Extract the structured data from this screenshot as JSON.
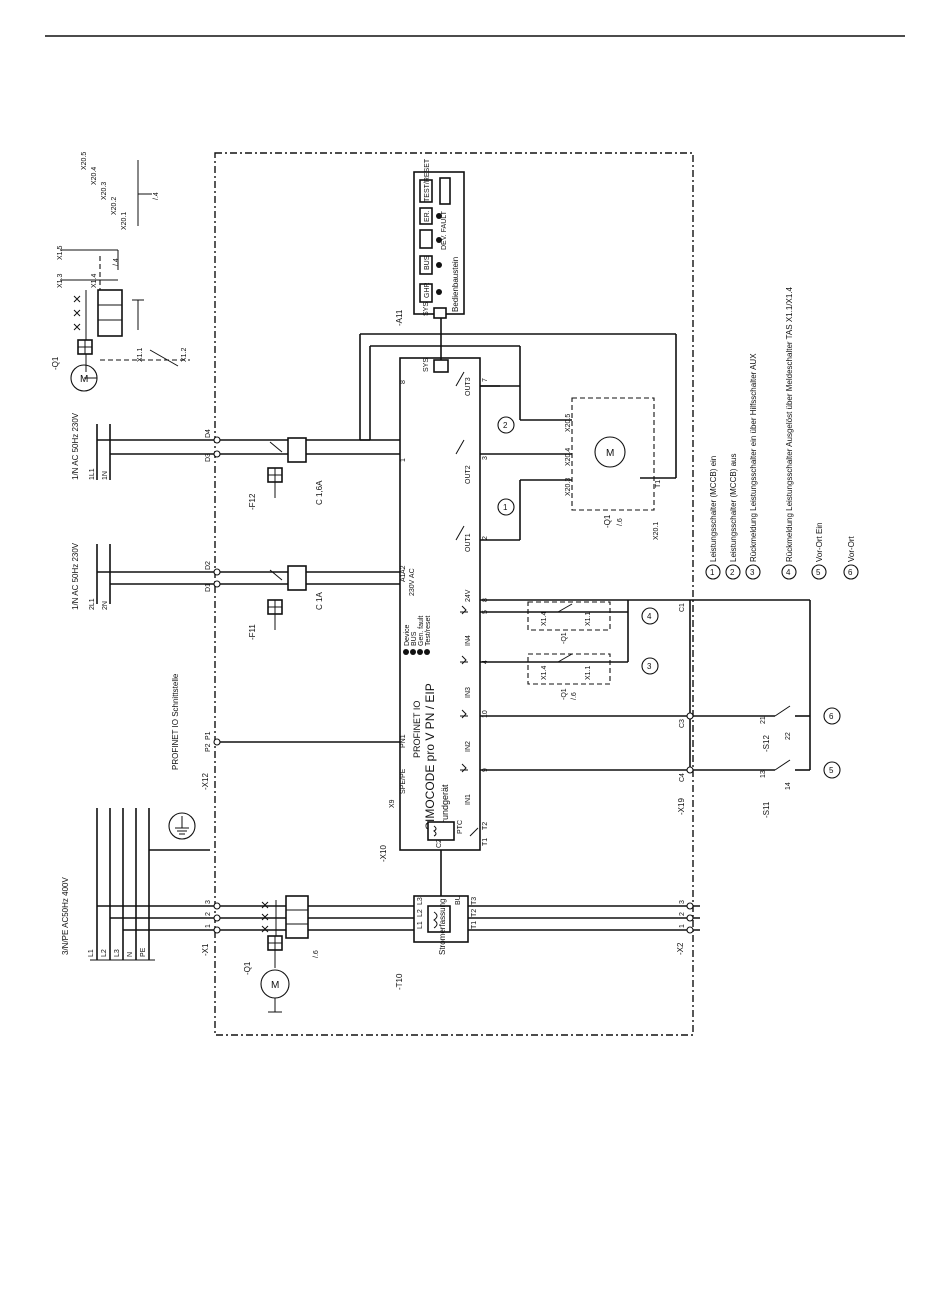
{
  "supplies": {
    "main": "3/N/PE AC50Hz 400V",
    "main_conductors": [
      "L1",
      "L2",
      "L3",
      "N",
      "PE"
    ],
    "ctrl1": "1/N AC 50Hz 230V",
    "ctrl1_conductors": [
      "1L1",
      "1N"
    ],
    "ctrl2": "1/N AC 50Hz 230V",
    "ctrl2_conductors": [
      "2L1",
      "2N"
    ]
  },
  "terminals": {
    "x1": "-X1",
    "x1_pins": [
      "1",
      "2",
      "3"
    ],
    "x2": "-X2",
    "x2_pins": [
      "1",
      "2",
      "3"
    ],
    "x12": "-X12",
    "x12_pins": [
      "P2",
      "P1"
    ],
    "x12_note": "PROFINET IO Schnittstelle",
    "x10": "-X10",
    "x19": "-X19",
    "c_pins": [
      "C1",
      "C2",
      "C3",
      "C4",
      "D1",
      "D2",
      "D3",
      "D4"
    ]
  },
  "components": {
    "q1_main": "-Q1",
    "q1_ref": "/.6",
    "t10": "-T10",
    "t10_label": "Stromerfassung",
    "t10_pins": [
      "L1",
      "L2",
      "L3",
      "T1",
      "T2",
      "T3"
    ],
    "t10_bu": "BU",
    "f11": "-F11",
    "f11_rating": "C 1A",
    "f12": "-F12",
    "f12_rating": "C 1,6A",
    "a11": "-A11",
    "a11_label": "Bedienbaustein",
    "a11_sys": "SYS",
    "a11_leds": [
      "GHR",
      "BUS",
      "DEV. FAULT",
      "ER.",
      "TEST/RESET"
    ],
    "s11": "-S11",
    "s12": "-S12",
    "s_pins": [
      "13",
      "14",
      "21",
      "22"
    ],
    "motor": "M",
    "motor_q1_top": "-Q1",
    "q1_aux": [
      "X1.1",
      "X1.2",
      "X1.4",
      "X1.5",
      "X1.3"
    ],
    "q1_aux_ref": "/.4",
    "x20": [
      "X20.1",
      "X20.2",
      "X20.3",
      "X20.4",
      "X20.5"
    ],
    "x20_q1": "-Q1",
    "x20_q1_ref": "/.6",
    "q1_contacts_in3": "-Q1",
    "q1_contacts_ref": "/.6"
  },
  "basic_unit": {
    "title": "SIMOCODE pro V PN / EIP",
    "subtitle": "Grundgerät",
    "profinet": "PROFINET IO",
    "port": "PN1",
    "spe": "SPE/PE",
    "x9": "X9",
    "supply": "230V AC",
    "supply_pins": [
      "A1",
      "A2"
    ],
    "leds": [
      "Device",
      "BUS",
      "Gen. fault",
      "Test/reset"
    ],
    "inputs": [
      "IN1",
      "IN2",
      "IN3",
      "IN4"
    ],
    "input_pins": [
      "9",
      "10",
      "4",
      "5",
      "8"
    ],
    "v24": "24V",
    "outputs": [
      "OUT1",
      "OUT2",
      "OUT3"
    ],
    "output_pins": [
      "1",
      "2",
      "3",
      "7",
      "8"
    ],
    "sys": "SYS",
    "ptc": "PTC",
    "ptc_pins": [
      "T1",
      "T2"
    ],
    "c2": "C2"
  },
  "legend": [
    {
      "num": "1",
      "text": "Leistungsschalter (MCCB) ein"
    },
    {
      "num": "2",
      "text": "Leistungsschalter (MCCB) aus"
    },
    {
      "num": "3",
      "text": "Rückmeldung Leistungsschalter ein über Hilfsschalter AUX"
    },
    {
      "num": "4",
      "text": "Rückmeldung Leistungsschalter Ausgelöst über Meldeschalter TAS X1.1/X1.4"
    },
    {
      "num": "5",
      "text": "Vor-Ort Ein"
    },
    {
      "num": "6",
      "text": "Vor-Ort"
    }
  ]
}
